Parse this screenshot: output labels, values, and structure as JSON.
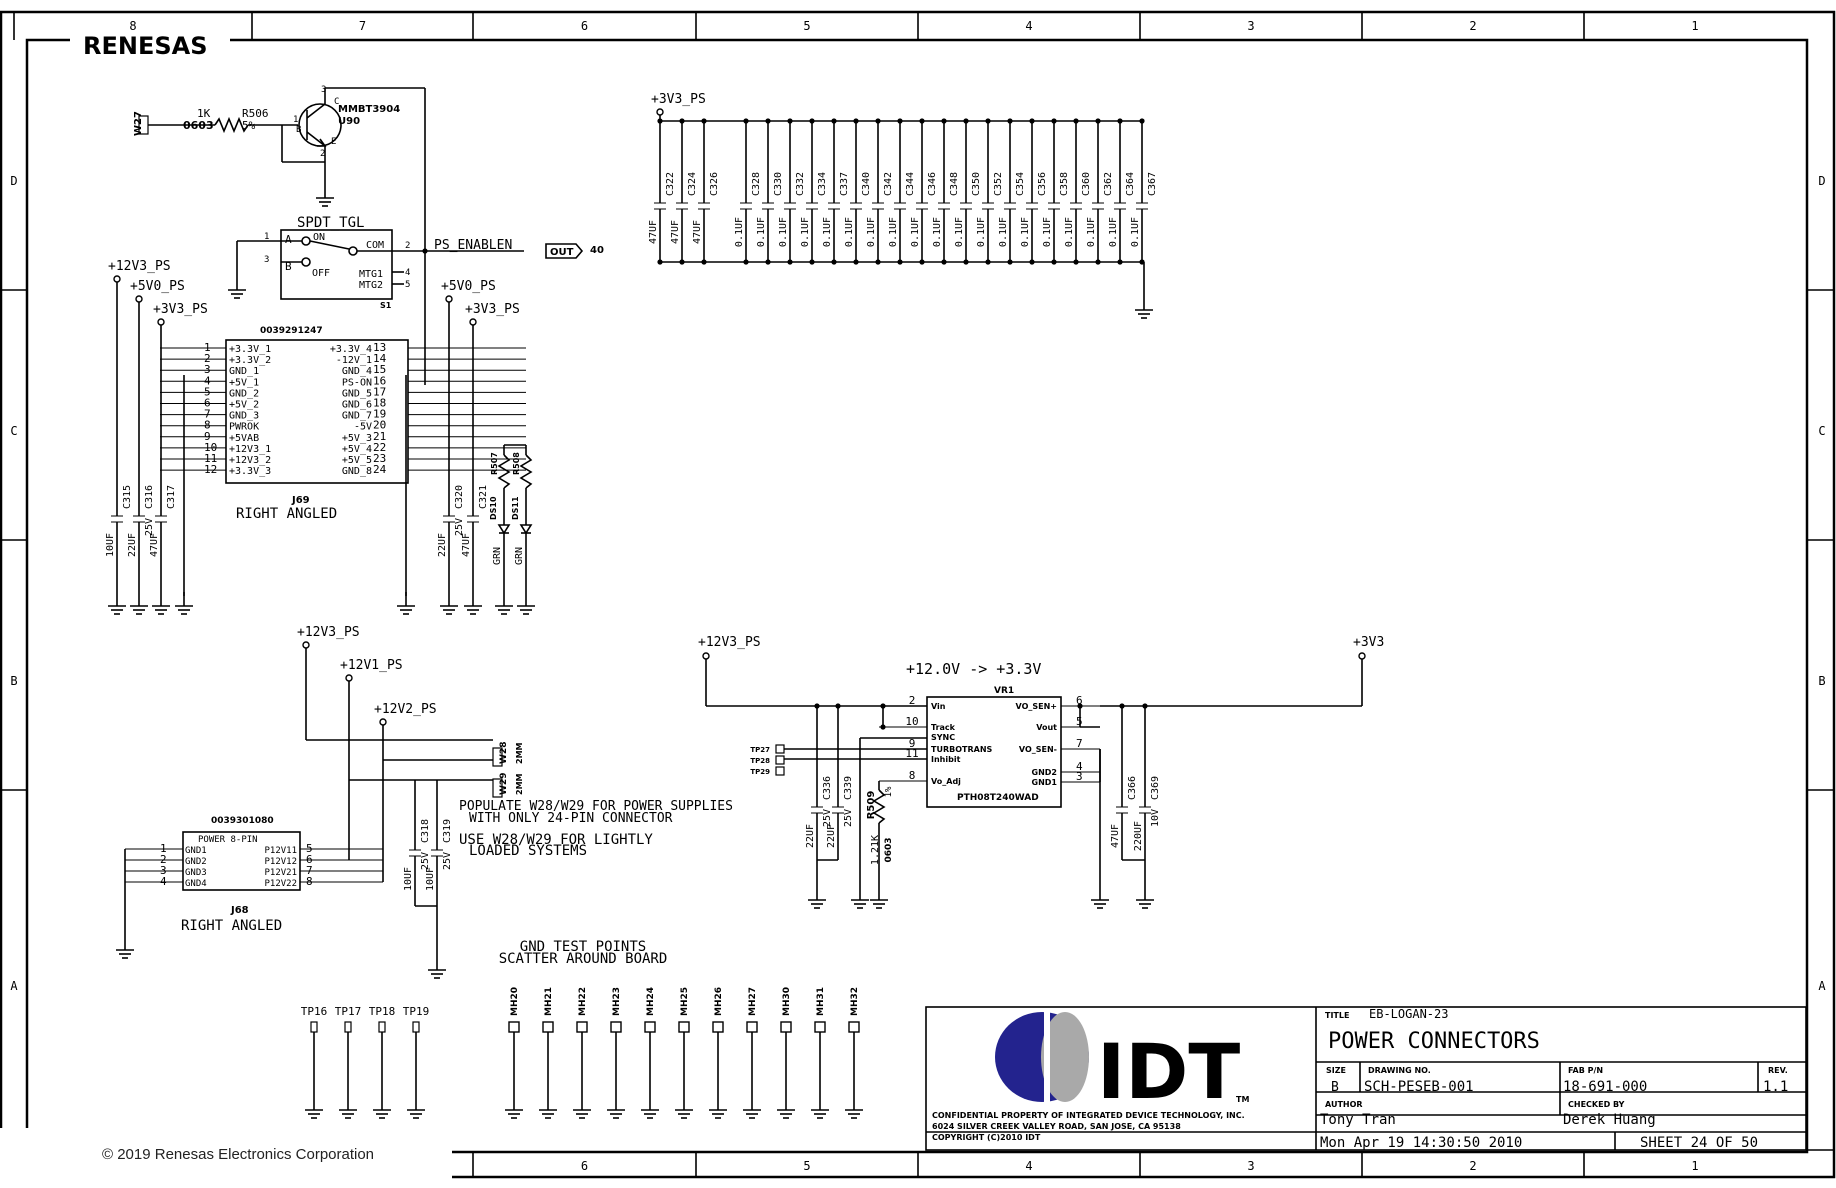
{
  "brand": {
    "renesas": "RENESAS",
    "idt": "IDT",
    "idt_tm": "TM"
  },
  "copyright": "© 2019 Renesas Electronics Corporation",
  "zones": {
    "top": [
      "8",
      "7",
      "6",
      "5",
      "4",
      "3",
      "2",
      "1"
    ],
    "bottom": [
      "6",
      "5",
      "4",
      "3",
      "2",
      "1"
    ],
    "left": [
      "D",
      "C",
      "B",
      "A"
    ],
    "right": [
      "D",
      "C",
      "B",
      "A"
    ]
  },
  "transistor": {
    "jumper": "W27",
    "res_val": "1K",
    "res_pkg": "0603",
    "res_ref": "R506",
    "res_tol": "5%",
    "part": "MMBT3904",
    "ref": "U90",
    "pin_c": "C",
    "pin_b": "B",
    "pin_e": "E",
    "pin_1": "1",
    "pin_2": "2",
    "pin_3": "3"
  },
  "switch": {
    "title": "SPDT_TGL",
    "a": "A",
    "b": "B",
    "on": "ON",
    "off": "OFF",
    "com": "COM",
    "mtg1": "MTG1",
    "mtg2": "MTG2",
    "ref": "S1",
    "p1": "1",
    "p2": "2",
    "p3": "3",
    "p4": "4",
    "p5": "5"
  },
  "ps_enable": {
    "net": "PS_ENABLEN",
    "port": "OUT",
    "sheet": "40"
  },
  "caps_top": {
    "rail": "+3V3_PS",
    "refs": [
      "C322",
      "C324",
      "C326",
      "C328",
      "C330",
      "C332",
      "C334",
      "C337",
      "C340",
      "C342",
      "C344",
      "C346",
      "C348",
      "C350",
      "C352",
      "C354",
      "C356",
      "C358",
      "C360",
      "C362",
      "C364",
      "C367"
    ],
    "values": [
      "47UF",
      "47UF",
      "47UF",
      "0.1UF",
      "0.1UF",
      "0.1UF",
      "0.1UF",
      "0.1UF",
      "0.1UF",
      "0.1UF",
      "0.1UF",
      "0.1UF",
      "0.1UF",
      "0.1UF",
      "0.1UF",
      "0.1UF",
      "0.1UF",
      "0.1UF",
      "0.1UF",
      "0.1UF",
      "0.1UF",
      "0.1UF"
    ]
  },
  "j69": {
    "part": "0039291247",
    "ref": "J69",
    "desc": "RIGHT ANGLED",
    "left_pins": [
      "1",
      "2",
      "3",
      "4",
      "5",
      "6",
      "7",
      "8",
      "9",
      "10",
      "11",
      "12"
    ],
    "left_names": [
      "+3.3V_1",
      "+3.3V_2",
      "GND_1",
      "+5V_1",
      "GND_2",
      "+5V_2",
      "GND_3",
      "PWROK",
      "+5VAB",
      "+12V3_1",
      "+12V3_2",
      "+3.3V_3"
    ],
    "right_pins": [
      "13",
      "14",
      "15",
      "16",
      "17",
      "18",
      "19",
      "20",
      "21",
      "22",
      "23",
      "24"
    ],
    "right_names": [
      "+3.3V_4",
      "-12V_1",
      "GND_4",
      "PS-ON",
      "GND_5",
      "GND_6",
      "GND_7",
      "-5V",
      "+5V_3",
      "+5V_4",
      "+5V_5",
      "GND_8"
    ]
  },
  "j69_rails": {
    "r12v3": "+12V3_PS",
    "r5v0": "+5V0_PS",
    "r3v3": "+3V3_PS",
    "r5v0b": "+5V0_PS",
    "r3v3b": "+3V3_PS"
  },
  "j69_caps": [
    {
      "ref": "C315",
      "val": "10UF",
      "extra": ""
    },
    {
      "ref": "C316",
      "val": "22UF",
      "extra": "25V"
    },
    {
      "ref": "C317",
      "val": "47UF",
      "extra": ""
    },
    {
      "ref": "C320",
      "val": "22UF",
      "extra": "25V"
    },
    {
      "ref": "C321",
      "val": "47UF",
      "extra": ""
    }
  ],
  "leds": [
    {
      "res": "R507",
      "led": "DS10",
      "color": "GRN"
    },
    {
      "res": "R508",
      "led": "DS11",
      "color": "GRN"
    }
  ],
  "j68": {
    "part": "0039301080",
    "ref": "J68",
    "desc": "RIGHT ANGLED",
    "title": "POWER 8-PIN",
    "left_pins": [
      "1",
      "2",
      "3",
      "4"
    ],
    "left_names": [
      "GND1",
      "GND2",
      "GND3",
      "GND4"
    ],
    "right_pins": [
      "5",
      "6",
      "7",
      "8"
    ],
    "right_names": [
      "P12V11",
      "P12V12",
      "P12V21",
      "P12V22"
    ]
  },
  "j68_rails": {
    "r12v3": "+12V3_PS",
    "r12v1": "+12V1_PS",
    "r12v2": "+12V2_PS"
  },
  "jumpers": [
    {
      "ref": "W28",
      "pin": "2MM"
    },
    {
      "ref": "W29",
      "pin": "2MM"
    }
  ],
  "j68_caps": [
    {
      "ref": "C318",
      "val": "10UF",
      "extra": "25V"
    },
    {
      "ref": "C319",
      "val": "10UF",
      "extra": "25V"
    }
  ],
  "notes": {
    "n1": "POPULATE W28/W29 FOR POWER SUPPLIES",
    "n2": "WITH ONLY 24-PIN CONNECTOR",
    "n3": "USE W28/W29 FOR LIGHTLY",
    "n4": "LOADED SYSTEMS",
    "gnd1": "GND TEST POINTS",
    "gnd2": "SCATTER AROUND BOARD"
  },
  "vr": {
    "title": "+12.0V -> +3.3V",
    "ref": "VR1",
    "part": "PTH08T240WAD",
    "in_rail": "+12V3_PS",
    "out_rail": "+3V3",
    "left_pins": [
      "2",
      "10",
      "9",
      "11",
      "8"
    ],
    "left_names": [
      "Vin",
      "Track",
      "SYNC",
      "TURBOTRANS",
      "Inhibit",
      "Vo_Adj"
    ],
    "right_pins": [
      "6",
      "5",
      "7",
      "4",
      "3"
    ],
    "right_names": [
      "VO_SEN+",
      "Vout",
      "VO_SEN-",
      "GND2",
      "GND1"
    ],
    "tps": [
      "TP27",
      "TP28",
      "TP29"
    ],
    "caps_in": [
      {
        "ref": "C336",
        "val": "22UF",
        "extra": "25V"
      },
      {
        "ref": "C339",
        "val": "22UF",
        "extra": "25V"
      }
    ],
    "res": {
      "ref": "R509",
      "tol": "1%",
      "val": "1.21K",
      "pkg": "0603"
    },
    "caps_out": [
      {
        "ref": "C366",
        "val": "47UF",
        "extra": ""
      },
      {
        "ref": "C369",
        "val": "220UF",
        "extra": "10V"
      }
    ]
  },
  "tp_vias": [
    "TP16",
    "TP17",
    "TP18",
    "TP19"
  ],
  "holes": [
    "MH20",
    "MH21",
    "MH22",
    "MH23",
    "MH24",
    "MH25",
    "MH26",
    "MH27",
    "MH30",
    "MH31",
    "MH32"
  ],
  "title_block": {
    "title_label": "TITLE",
    "title_val": "EB-LOGAN-23",
    "sheet_name": "POWER CONNECTORS",
    "size_label": "SIZE",
    "size_val": "B",
    "dwg_label": "DRAWING NO.",
    "dwg_val": "SCH-PESEB-001",
    "fab_label": "FAB P/N",
    "fab_val": "18-691-000",
    "rev_label": "REV.",
    "rev_val": "1.1",
    "author_label": "AUTHOR",
    "author_val": "Tony Tran",
    "checked_label": "CHECKED BY",
    "checked_val": "Derek Huang",
    "date": "Mon Apr 19 14:30:50 2010",
    "sheet": "SHEET 24 OF 50",
    "conf1": "CONFIDENTIAL PROPERTY OF INTEGRATED DEVICE TECHNOLOGY, INC.",
    "conf2": "6024 SILVER CREEK VALLEY ROAD, SAN JOSE, CA 95138",
    "conf3": "COPYRIGHT (C)2010 IDT"
  }
}
